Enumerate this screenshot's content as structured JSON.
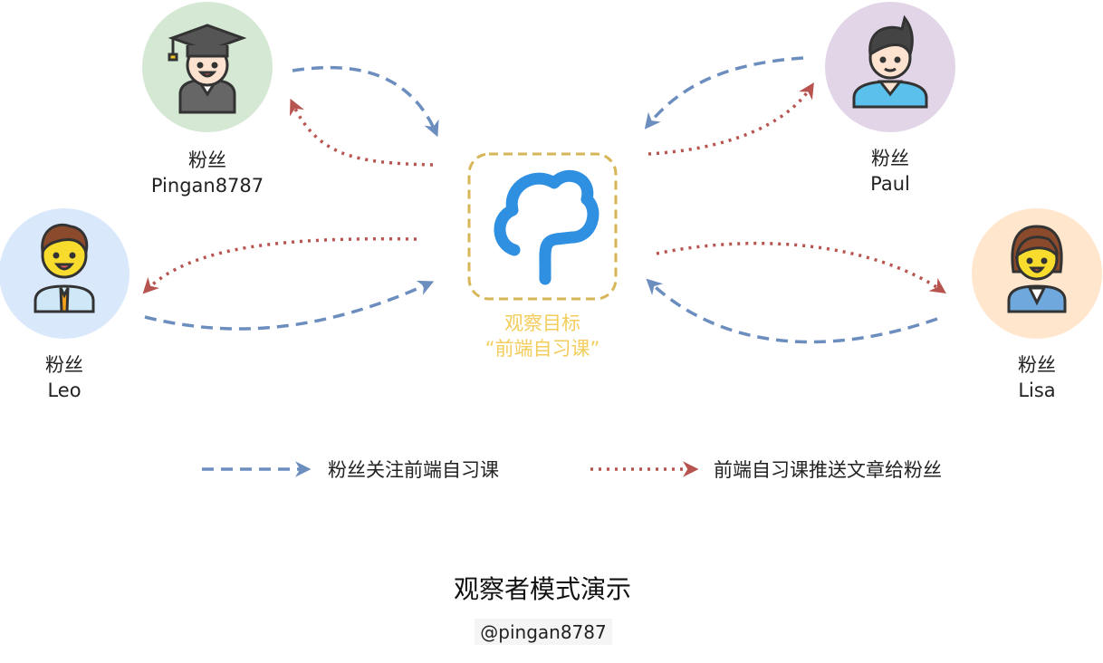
{
  "target": {
    "label_line1": "观察目标",
    "label_line2": "“前端自习课”",
    "icon": "cloud-tree-logo-icon",
    "border_color": "#d6b656",
    "logo_color": "#2f8fe0",
    "label_color": "#f3cd5b"
  },
  "followers": [
    {
      "id": "pingan",
      "role": "粉丝",
      "name": "Pingan8787",
      "avatar": "graduate-avatar-icon",
      "circle_color": "#d5e8d4"
    },
    {
      "id": "paul",
      "role": "粉丝",
      "name": "Paul",
      "avatar": "man-avatar-icon",
      "circle_color": "#e1d5e7"
    },
    {
      "id": "leo",
      "role": "粉丝",
      "name": "Leo",
      "avatar": "businessman-avatar-icon",
      "circle_color": "#dae8fc"
    },
    {
      "id": "lisa",
      "role": "粉丝",
      "name": "Lisa",
      "avatar": "businesswoman-avatar-icon",
      "circle_color": "#ffe6cc"
    }
  ],
  "legend": {
    "follow_label": "粉丝关注前端自习课",
    "push_label": "前端自习课推送文章给粉丝",
    "follow_color": "#6c8ebf",
    "push_color": "#b85450"
  },
  "title": "观察者模式演示",
  "handle": "@pingan8787"
}
